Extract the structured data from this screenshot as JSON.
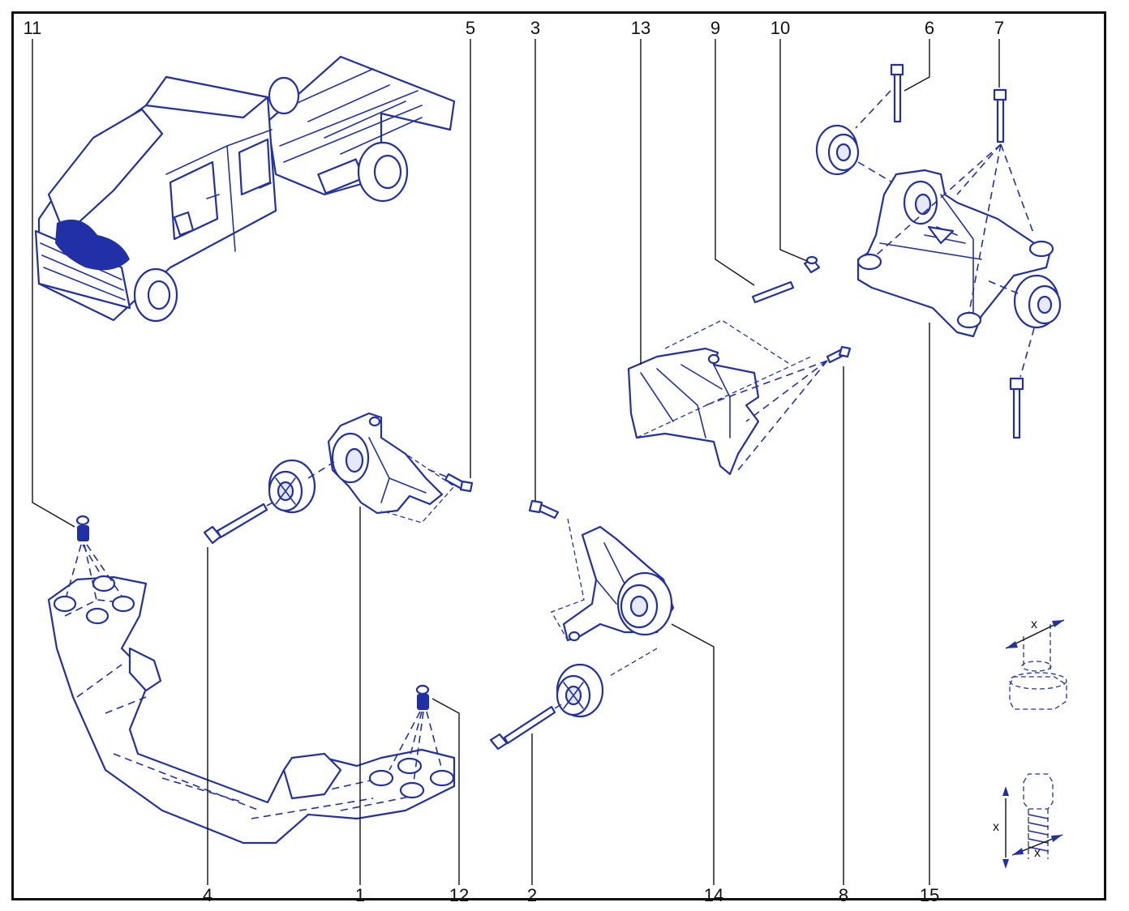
{
  "callouts": {
    "c1": "1",
    "c2": "2",
    "c3": "3",
    "c4": "4",
    "c5": "5",
    "c6": "6",
    "c7": "7",
    "c8": "8",
    "c9": "9",
    "c10": "10",
    "c11": "11",
    "c12": "12",
    "c13": "13",
    "c14": "14",
    "c15": "15"
  },
  "dimensions": {
    "nut_x": "x",
    "bolt_x_vertical": "x",
    "bolt_x_bottom": "x"
  },
  "colors": {
    "line": "#2230a8",
    "leader": "#111111",
    "frame": "#111111"
  }
}
